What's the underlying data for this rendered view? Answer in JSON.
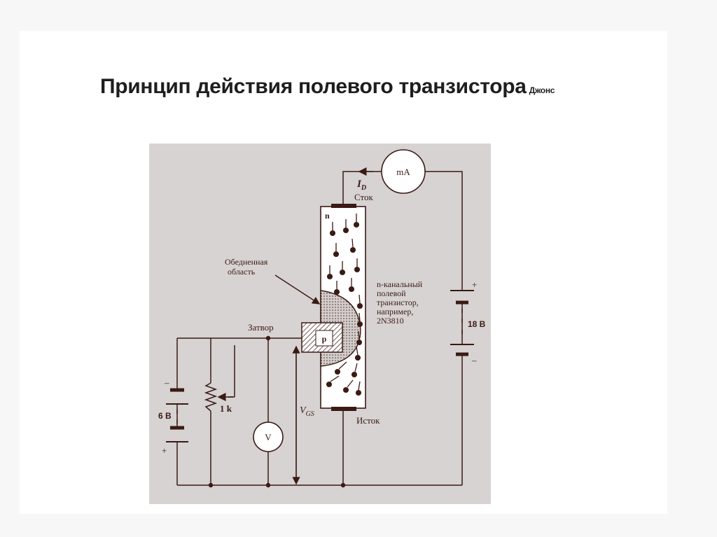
{
  "title": {
    "main": "Принцип действия полевого транзистора",
    "author": "Джонс"
  },
  "diagram": {
    "ammeter": "mA",
    "voltmeter": "V",
    "current_symbol": "I",
    "current_subscript": "D",
    "drain": "Сток",
    "source": "Исток",
    "gate": "Затвор",
    "channel_type": "n",
    "gate_region": "p",
    "depletion_line1": "Обедненная",
    "depletion_line2": "область",
    "transistor_line1": "n-канальный",
    "transistor_line2": "полевой",
    "transistor_line3": "транзистор,",
    "transistor_line4": "например,",
    "transistor_line5": "2N3810",
    "battery_right": "18 В",
    "battery_left": "6 В",
    "pot": "1 k",
    "vgs_symbol": "V",
    "vgs_subscript": "GS",
    "plus": "+",
    "minus": "–"
  }
}
